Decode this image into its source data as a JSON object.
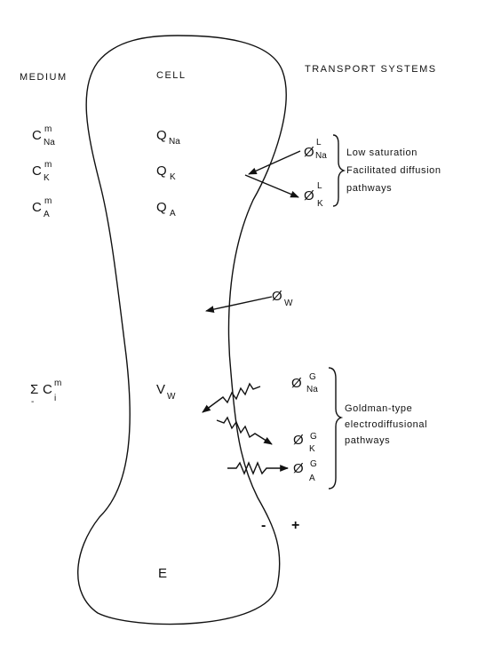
{
  "headers": {
    "medium": "MEDIUM",
    "cell": "CELL",
    "transport": "TRANSPORT SYSTEMS"
  },
  "medium": {
    "na": {
      "base": "C",
      "sup": "m",
      "sub": "Na"
    },
    "k": {
      "base": "C",
      "sup": "m",
      "sub": "K"
    },
    "a": {
      "base": "C",
      "sup": "m",
      "sub": "A"
    },
    "sum": {
      "sigma": "Σ",
      "minus": "-",
      "base": "C",
      "sup": "m",
      "sub": "i"
    }
  },
  "cell": {
    "na": {
      "base": "Q",
      "sub": "Na"
    },
    "k": {
      "base": "Q",
      "sub": "K"
    },
    "a": {
      "base": "Q",
      "sub": "A"
    },
    "vw": {
      "base": "V",
      "sub": "W"
    },
    "e": "E"
  },
  "transport": {
    "phi": "Ø",
    "low_na": {
      "sup": "L",
      "sub": "Na"
    },
    "low_k": {
      "sup": "L",
      "sub": "K"
    },
    "low_label": [
      "Low saturation",
      "Facilitated diffusion",
      "pathways"
    ],
    "water": {
      "sub": "W"
    },
    "gold_na": {
      "sup": "G",
      "sub": "Na"
    },
    "gold_k": {
      "sup": "G",
      "sub": "K"
    },
    "gold_a": {
      "sup": "G",
      "sub": "A"
    },
    "gold_label": [
      "Goldman-type",
      "electrodiffusional",
      "pathways"
    ]
  },
  "membrane": {
    "minus": "-",
    "plus": "+"
  }
}
